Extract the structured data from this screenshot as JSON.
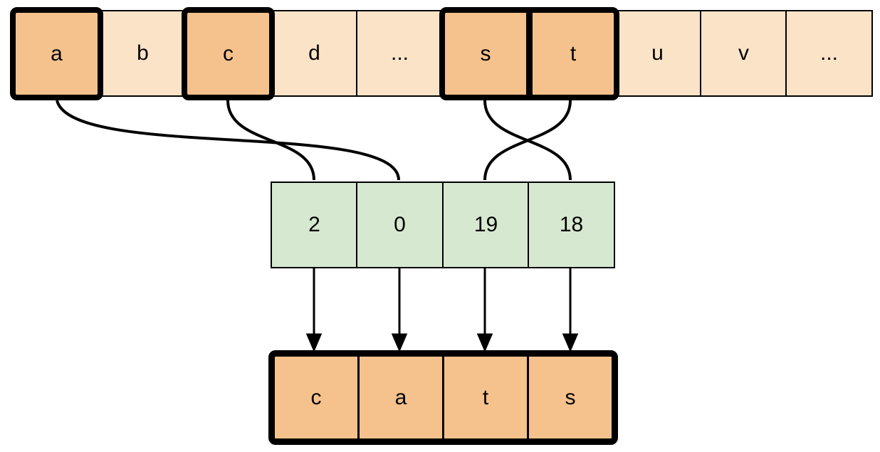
{
  "alphabet_row": {
    "description": "alphabet array with highlighted letters",
    "cells": [
      {
        "label": "a",
        "highlighted": true
      },
      {
        "label": "b",
        "highlighted": false
      },
      {
        "label": "c",
        "highlighted": true
      },
      {
        "label": "d",
        "highlighted": false
      },
      {
        "label": "...",
        "highlighted": false
      },
      {
        "label": "s",
        "highlighted": true
      },
      {
        "label": "t",
        "highlighted": true
      },
      {
        "label": "u",
        "highlighted": false
      },
      {
        "label": "v",
        "highlighted": false
      },
      {
        "label": "...",
        "highlighted": false
      }
    ]
  },
  "index_row": {
    "description": "token index array",
    "cells": [
      {
        "label": "2"
      },
      {
        "label": "0"
      },
      {
        "label": "19"
      },
      {
        "label": "18"
      }
    ]
  },
  "output_row": {
    "description": "decoded word",
    "cells": [
      {
        "label": "c"
      },
      {
        "label": "a"
      },
      {
        "label": "t"
      },
      {
        "label": "s"
      }
    ]
  },
  "mappings": [
    {
      "from_letter": "a",
      "to_index": "0"
    },
    {
      "from_letter": "c",
      "to_index": "2"
    },
    {
      "from_letter": "s",
      "to_index": "18"
    },
    {
      "from_letter": "t",
      "to_index": "19"
    }
  ],
  "colors": {
    "cell_light": "#FBE3C8",
    "cell_highlight": "#F5C28D",
    "cell_index_green": "#D7E8D0",
    "border": "#000000",
    "background": "#FFFFFF"
  }
}
